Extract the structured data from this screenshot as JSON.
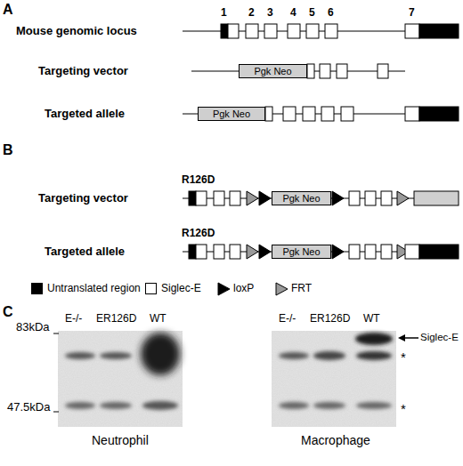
{
  "diagram": {
    "nodes": [
      {
        "text": [
          "Pgk Neo"
        ]
      },
      {
        "text": [
          "Pgk Neo"
        ]
      },
      {
        "text": [
          "Pgk Neo"
        ]
      },
      {
        "text": [
          "Pgk Neo"
        ]
      }
    ],
    "labels": [
      "A",
      "Mouse genomic locus",
      "1",
      "2",
      "3",
      "4",
      "5",
      "6",
      "7",
      "Targeting vector",
      "Targeted allele",
      "B",
      "R126D",
      "Targeting vector",
      "R126D",
      "Targeted allele",
      "C",
      "83kDa",
      "47.5kDa",
      "E-/-",
      "ER126D",
      "WT",
      "E-/-",
      "ER126D",
      "WT",
      "Siglec-E",
      "*",
      "*",
      "Neutrophil",
      "Macrophage"
    ],
    "legend": [
      {
        "text": "Untranslated region",
        "color": "#000000"
      },
      {
        "text": "Siglec-E",
        "color": "#ffffff"
      },
      {
        "text": "loxP"
      },
      {
        "text": "FRT"
      }
    ]
  }
}
